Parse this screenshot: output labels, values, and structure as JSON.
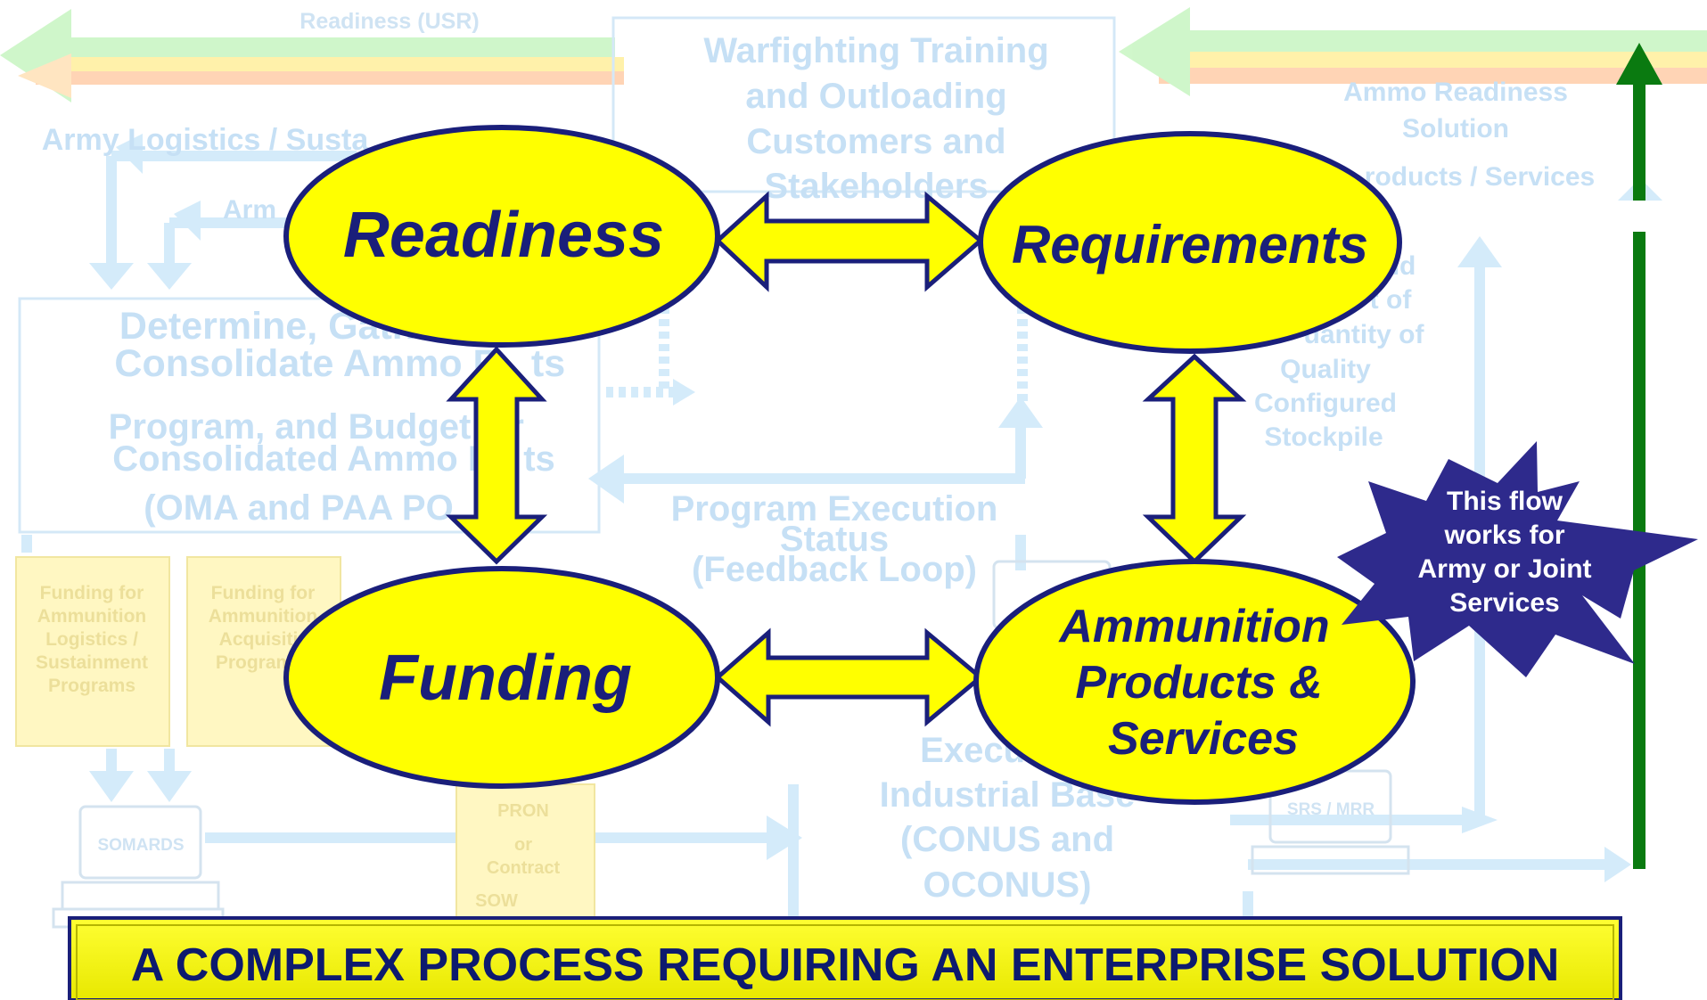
{
  "background": {
    "top_left_label": "Readiness (USR)",
    "army_logistics": "Army Logistics / Susta",
    "arm_partial": "Arm",
    "warfighting": [
      "Warfighting Training",
      "and Outloading",
      "Customers and",
      "Stakeholders"
    ],
    "ammo_readiness": [
      "Ammo Readiness",
      "Solution"
    ],
    "products_services": "roducts / Services",
    "stockpile": [
      "nd",
      "t of",
      "uantity of",
      "Quality",
      "Configured",
      "Stockpile"
    ],
    "determine": [
      "Determine, Gath",
      "Consolidate Ammo R",
      "ts"
    ],
    "program_budget": [
      "Program, and Budget",
      "r",
      "Consolidated Ammo R",
      "ts"
    ],
    "oma_paa": "(OMA and PAA PO",
    "program_execution": [
      "Program Execution",
      "Status",
      "(Feedback Loop)"
    ],
    "funding_logistics": [
      "Funding for",
      "Ammunition",
      "Logistics /",
      "Sustainment",
      "Programs"
    ],
    "funding_acquisition": [
      "Funding for",
      "Ammunition",
      "Acquisiti",
      "Program"
    ],
    "somards": "SOMARDS",
    "pron": [
      "PRON",
      "or",
      "Contract"
    ],
    "sow": "SOW",
    "execute": [
      "Execute w",
      "Industrial Base",
      "(CONUS and",
      "OCONUS)"
    ],
    "srs_mrr": "SRS / MRR"
  },
  "nodes": {
    "readiness": "Readiness",
    "requirements": "Requirements",
    "funding": "Funding",
    "ammunition": [
      "Ammunition",
      "Products &",
      "Services"
    ]
  },
  "callout": [
    "This flow",
    "works for",
    "Army or Joint",
    "Services"
  ],
  "banner": "A COMPLEX PROCESS REQUIRING AN ENTERPRISE SOLUTION",
  "colors": {
    "oval_fill": "#ffff00",
    "oval_stroke": "#1a1f7a",
    "star_fill": "#2e2a8c",
    "green_arrow": "#0a7a10",
    "faded_blue": "#c6e0f5"
  }
}
